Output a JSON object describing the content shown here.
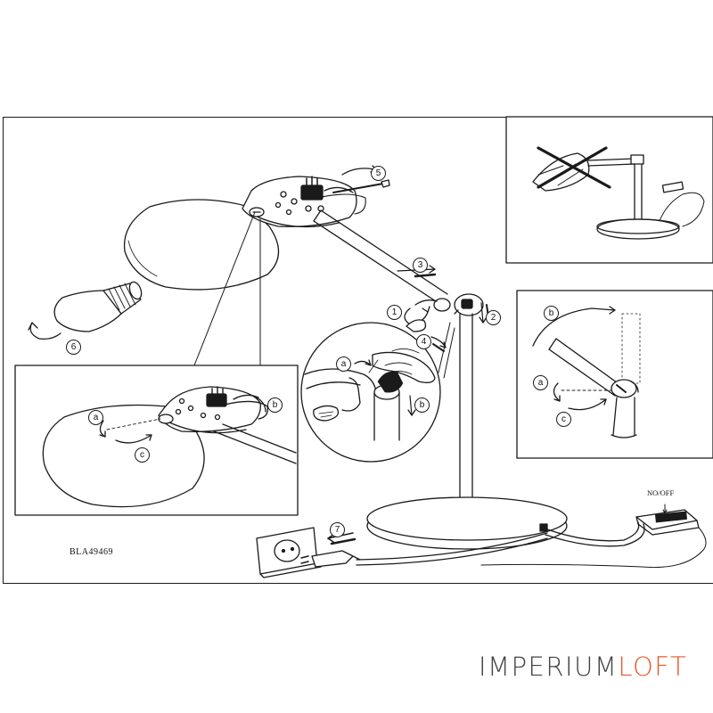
{
  "document": {
    "model_code": "BLA49469",
    "switch_label": "NO/OFF"
  },
  "steps": [
    "1",
    "2",
    "3",
    "4",
    "5",
    "6",
    "7"
  ],
  "sub_steps": {
    "shade_panel": [
      "a",
      "b",
      "c"
    ],
    "joint_panel": [
      "a",
      "b"
    ],
    "arm_panel": [
      "a",
      "b",
      "c"
    ]
  },
  "brand": {
    "part1": "IMPERIUM",
    "part2": "LOFT",
    "color1": "#444444",
    "color2": "#e6592a"
  },
  "colors": {
    "line": "#1a1a1a",
    "background": "#ffffff"
  },
  "icons": [
    "cross-out-icon",
    "bulb-icon",
    "plug-icon",
    "socket-icon",
    "hand-icon",
    "switch-icon"
  ]
}
